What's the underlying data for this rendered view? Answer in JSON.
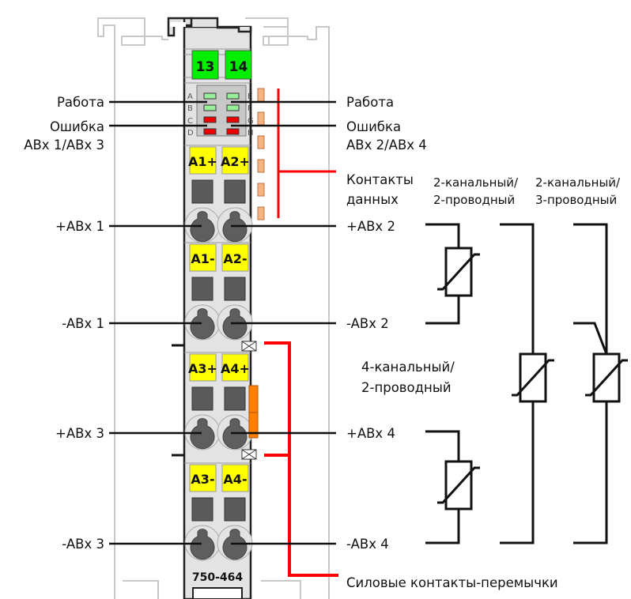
{
  "module": {
    "part_number": "750-464",
    "top_terminals": [
      "13",
      "14"
    ],
    "led_letters_left": [
      "A",
      "B",
      "C",
      "D"
    ],
    "led_letters_right": [
      "E",
      "F",
      "G",
      "H"
    ],
    "led_colors": [
      "green",
      "green",
      "red",
      "red"
    ],
    "terminal_labels": [
      [
        "A1+",
        "A2+"
      ],
      [
        "A1-",
        "A2-"
      ],
      [
        "A3+",
        "A4+"
      ],
      [
        "A3-",
        "A4-"
      ]
    ],
    "colors": {
      "body": "#e3e3e3",
      "terminal_label": "#ffff00",
      "top_terminal": "#00ee00",
      "led_green": "#99ee99",
      "led_red": "#ee0000",
      "data_contact": "#f6b482",
      "power_jumper": "#ff7f00",
      "bracket": "#ff0000"
    }
  },
  "left_labels": {
    "run": "Работа",
    "error_line1": "Ошибка",
    "error_line2": "ABx 1/ABx 3",
    "plus_abx1": "+ABx 1",
    "minus_abx1": "-ABx 1",
    "plus_abx3": "+ABx 3",
    "minus_abx3": "-ABx 3"
  },
  "right_labels": {
    "run": "Работа",
    "error_line1": "Ошибка",
    "error_line2": "ABx 2/ABx 4",
    "data_contacts_line1": "Контакты",
    "data_contacts_line2": "данных",
    "plus_abx2": "+ABx 2",
    "minus_abx2": "-ABx 2",
    "plus_abx4": "+ABx 4",
    "minus_abx4": "-ABx 4",
    "power_jumpers": "Силовые контакты-перемычки"
  },
  "wiring_modes": {
    "ch2_wire2_line1": "2-канальный/",
    "ch2_wire2_line2": "2-проводный",
    "ch2_wire3_line1": "2-канальный/",
    "ch2_wire3_line2": "3-проводный",
    "ch4_wire2_line1": "4-канальный/",
    "ch4_wire2_line2": "2-проводный"
  }
}
